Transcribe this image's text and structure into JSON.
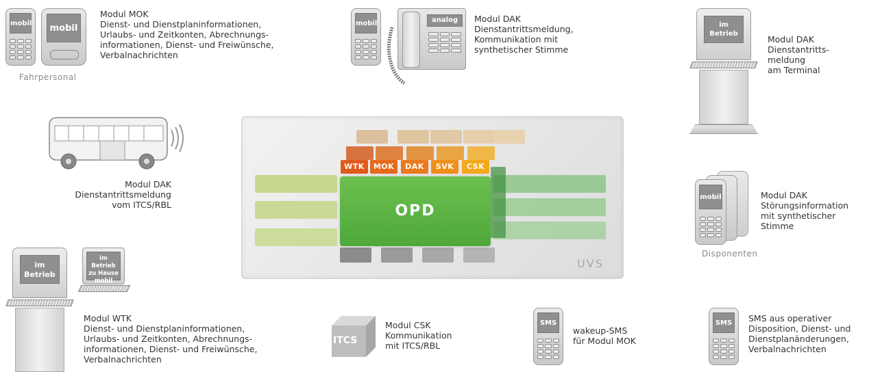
{
  "top_left": {
    "phone1_label": "mobil",
    "phone2_label": "mobil",
    "caption": "Fahrpersonal",
    "text": [
      "Modul MOK",
      "Dienst- und Dienstplaninformationen,",
      "Urlaubs- und Zeitkonten, Abrechnungs-",
      "informationen, Dienst- und Freiwünsche,",
      "Verbalnachrichten"
    ]
  },
  "top_center": {
    "phone_label": "mobil",
    "desk_phone_label": "analog",
    "text": [
      "Modul DAK",
      "Dienstantrittsmeldung,",
      "Kommunikation mit",
      "synthetischer Stimme"
    ]
  },
  "top_right": {
    "screen_label": [
      "im",
      "Betrieb"
    ],
    "text": [
      "Modul DAK",
      "Dienstantritts-",
      "meldung",
      "am Terminal"
    ]
  },
  "bus": {
    "text": [
      "Modul DAK",
      "Dienstantrittsmeldung",
      "vom ITCS/RBL"
    ]
  },
  "center": {
    "modules": [
      "WTK",
      "MOK",
      "DAK",
      "SVK",
      "CSK"
    ],
    "core_label": "OPD",
    "container_label": "UVS"
  },
  "right_mid": {
    "phone_label": "mobil",
    "caption": "Disponenten",
    "text": [
      "Modul DAK",
      "Störungsinformation",
      "mit synthetischer",
      "Stimme"
    ]
  },
  "bottom_left": {
    "terminal_label": [
      "im",
      "Betrieb"
    ],
    "laptop_label": [
      "im Betrieb",
      "zu Hause",
      "mobil"
    ],
    "text": [
      "Modul WTK",
      "Dienst- und Dienstplaninformationen,",
      "Urlaubs- und Zeitkonten, Abrechnungs-",
      "informationen, Dienst- und Freiwünsche,",
      "Verbalnachrichten"
    ]
  },
  "bottom_itcs": {
    "cube_label": "ITCS",
    "text": [
      "Modul CSK",
      "Kommunikation",
      "mit ITCS/RBL"
    ]
  },
  "bottom_sms1": {
    "phone_label": "SMS",
    "text": [
      "wakeup-SMS",
      "für Modul MOK"
    ]
  },
  "bottom_sms2": {
    "phone_label": "SMS",
    "text": [
      "SMS aus operativer",
      "Disposition, Dienst- und",
      "Dienstplanänderungen,",
      "Verbalnachrichten"
    ]
  },
  "colors": {
    "core_green": "#5cb543",
    "module_wtk": "#e05a1c",
    "module_mok": "#e56a1c",
    "module_dak": "#ea7b1c",
    "module_svk": "#f08f1c",
    "module_csk": "#f5a81c",
    "container": "#e7e7e7"
  }
}
